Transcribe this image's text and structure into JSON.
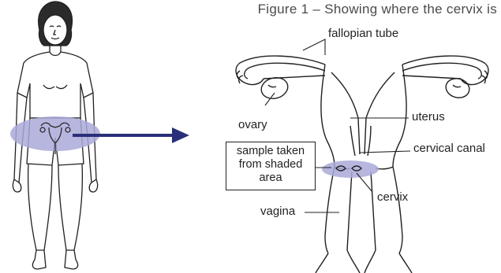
{
  "figure": {
    "title": "Figure 1 – Showing where the cervix is",
    "labels": {
      "fallopian_tube": "fallopian tube",
      "ovary": "ovary",
      "uterus": "uterus",
      "cervical_canal": "cervical canal",
      "cervix": "cervix",
      "vagina": "vagina",
      "sample_box": [
        "sample taken",
        "from shaded",
        "area"
      ]
    },
    "colors": {
      "shading": "#a9a9d8",
      "arrow": "#2a2f7a",
      "line": "#231f20"
    },
    "icons": [
      "person-outline-icon",
      "uterus-icon"
    ]
  }
}
